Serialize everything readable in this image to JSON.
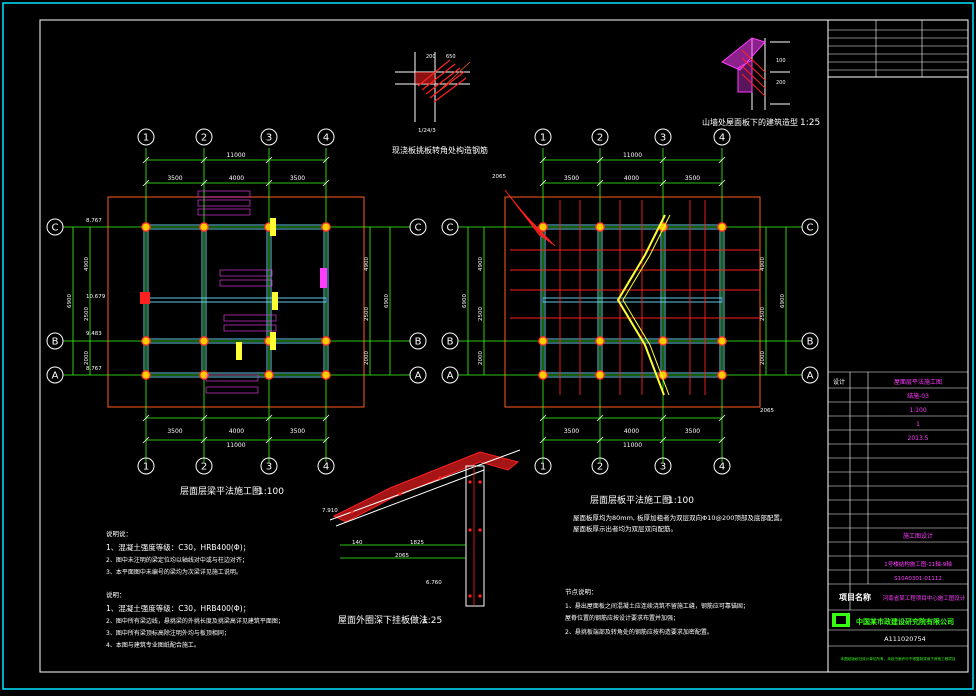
{
  "colors": {
    "background": "#000000",
    "frame": "#00e5ff",
    "grid": "#39ff14",
    "beam": "#6fdcff",
    "column": "#ff3030",
    "column_fill": "#ffcc00",
    "magenta": "#ff3cff",
    "yellow": "#ffff33",
    "white": "#ffffff",
    "red": "#ff2020",
    "orange_outline": "#ff5a1f"
  },
  "plan_left": {
    "title": "层面层梁平法施工图",
    "scale": "1:100",
    "axes_top": [
      "1",
      "2",
      "3",
      "4"
    ],
    "axes_side": [
      "C",
      "B",
      "A"
    ],
    "top_total": "11000",
    "top_spans": [
      "3500",
      "4000",
      "3500"
    ],
    "side_total": "6900",
    "side_spans": [
      "4900",
      "2500",
      "2000"
    ],
    "elev_1": "8.767",
    "elev_2": "10.679",
    "elev_3": "9.483",
    "elev_4": "8.767"
  },
  "plan_right": {
    "title": "层面层板平法施工图",
    "scale": "1:100",
    "dim_2065": "2065",
    "dim_2065b": "2065",
    "note_1": "屋面板厚均为80mm, 板厚加粗者为双层双向Φ10@200顶部及底部配置。",
    "note_2": "屋面板厚示出者均为双层双向配筋。"
  },
  "detail_top": {
    "title": "现浇板挑板转角处构造钢筋",
    "ref_a": "1/24/3"
  },
  "detail_right": {
    "title": "山墙处屋面板下的建筑造型",
    "scale": "1:25"
  },
  "detail_bottom": {
    "title": "屋面外圈深下挂板做法",
    "scale": "1:25",
    "elev_a": "7.910",
    "elev_b": "6.760",
    "dim_a": "140",
    "dim_b": "1825",
    "dim_c": "2065"
  },
  "notes_1": {
    "heading": "说明说：",
    "line_1": "1、混凝土强度等级：C30，HRB400(Φ)；",
    "line_2": "2、图中未注明的梁定位均以轴线对中或与柱边对齐；",
    "line_3": "3、本平面图中未编号的梁均为次梁详见施工说明。"
  },
  "notes_2": {
    "heading": "说明：",
    "line_1": "1、混凝土强度等级：C30，HRB400(Φ)；",
    "line_2": "2、图中所有梁边线，悬挑梁的外挑长度及挑梁高详见建筑平面图；",
    "line_3": "3、图中所有梁顶标高除注明外均与板顶相同；",
    "line_4": "4、本图与建筑专业图纸配合施工。"
  },
  "notes_3": {
    "heading": "节点说明：",
    "line_1": "1、悬出屋面板之间混凝土应连续浇筑不留施工缝，钢筋应可靠锚固；",
    "line_2": "   屋脊位置的钢筋应按设计要求布置并加强；",
    "line_3": "2、悬挑板端部及转角处的钢筋应按构造要求加密配置。"
  },
  "title_block": {
    "project_value": "屋面层平法施工图",
    "drawing_no": "结施-03",
    "scale_value": "1:100",
    "sheet_value": "1",
    "date_value": "2013.5",
    "stage_value": "施工图设计",
    "section_value": "1号楼结构施工图-11轴-9轴",
    "code_value": "S10A0301-01112",
    "project_label": "项目名称",
    "project_name": "河南省某工程项目中心施工图设计",
    "company": "中国某市政建设研究院有限公司",
    "cert_no": "A111020754",
    "label_design": "设计",
    "footer": "本图纸版权归设计单位所有，未经书面许可不得复制或用于其他工程项目"
  }
}
